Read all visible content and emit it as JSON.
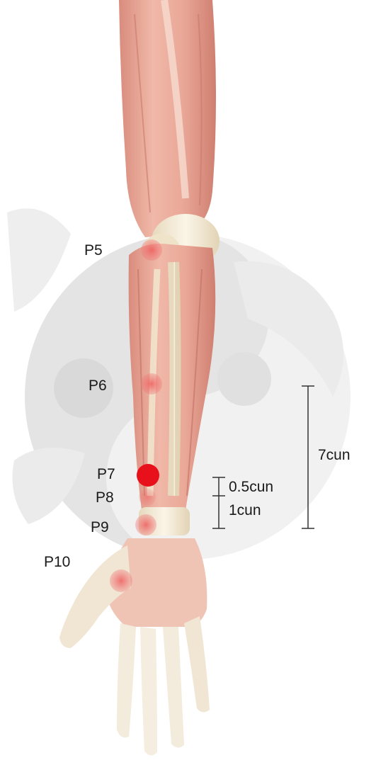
{
  "points": [
    {
      "id": "p5",
      "label": "P5",
      "emphasis": "faint"
    },
    {
      "id": "p6",
      "label": "P6",
      "emphasis": "faint"
    },
    {
      "id": "p7",
      "label": "P7",
      "emphasis": "strong"
    },
    {
      "id": "p8",
      "label": "P8",
      "emphasis": "faint"
    },
    {
      "id": "p9",
      "label": "P9",
      "emphasis": "faint"
    },
    {
      "id": "p10",
      "label": "P10",
      "emphasis": "faint"
    }
  ],
  "measurements": {
    "total": "7cun",
    "upper_segment": "0.5cun",
    "lower_segment": "1cun"
  },
  "colors": {
    "muscle": "#e8a595",
    "muscle_dark": "#c9766a",
    "bone": "#f3ead6",
    "point_strong": "#e8101a",
    "point_faint": "#ee6b6b",
    "watermark": "#ececec",
    "ink": "#1a1a1a"
  }
}
